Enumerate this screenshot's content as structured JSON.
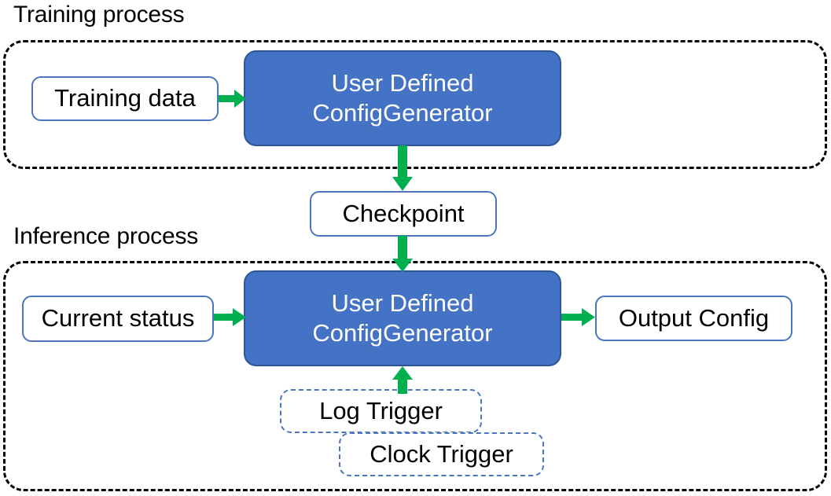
{
  "diagram": {
    "title_training": "Training process",
    "title_inference": "Inference process",
    "colors": {
      "primary_fill": "#4472C4",
      "primary_border": "#2F5597",
      "node_border": "#4A76BE",
      "arrow": "#00B050",
      "container_border": "#000000",
      "text_dark": "#000000",
      "text_light": "#FFFFFF"
    },
    "training": {
      "container_label": "Training process",
      "nodes": {
        "training_data": "Training data",
        "generator_line1": "User Defined",
        "generator_line2": "ConfigGenerator"
      }
    },
    "bridge": {
      "checkpoint": "Checkpoint"
    },
    "inference": {
      "container_label": "Inference process",
      "nodes": {
        "current_status": "Current status",
        "generator_line1": "User Defined",
        "generator_line2": "ConfigGenerator",
        "output_config": "Output Config",
        "log_trigger": "Log Trigger",
        "clock_trigger": "Clock Trigger"
      }
    },
    "edges": [
      {
        "id": "training-data-to-generator",
        "from": "Training data",
        "to": "User Defined ConfigGenerator",
        "direction": "right"
      },
      {
        "id": "generator-to-checkpoint",
        "from": "User Defined ConfigGenerator",
        "to": "Checkpoint",
        "direction": "down"
      },
      {
        "id": "checkpoint-to-generator",
        "from": "Checkpoint",
        "to": "User Defined ConfigGenerator",
        "direction": "down"
      },
      {
        "id": "current-status-to-generator",
        "from": "Current status",
        "to": "User Defined ConfigGenerator",
        "direction": "right"
      },
      {
        "id": "generator-to-output",
        "from": "User Defined ConfigGenerator",
        "to": "Output Config",
        "direction": "right"
      },
      {
        "id": "trigger-to-generator",
        "from": "Log Trigger / Clock Trigger",
        "to": "User Defined ConfigGenerator",
        "direction": "up"
      }
    ]
  }
}
